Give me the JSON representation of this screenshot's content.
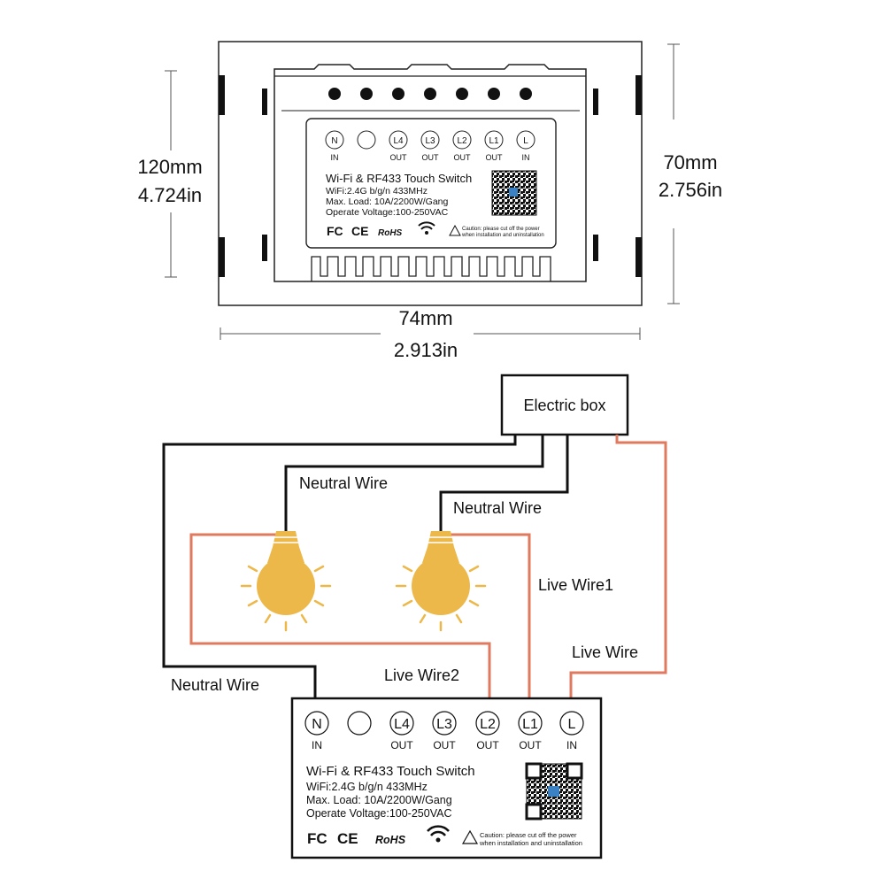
{
  "dimensions": {
    "height_mm": "120mm",
    "height_in": "4.724in",
    "depth_mm": "70mm",
    "depth_in": "2.756in",
    "width_mm": "74mm",
    "width_in": "2.913in"
  },
  "label": {
    "terminals": [
      {
        "main": "N",
        "sub": "IN"
      },
      {
        "main": "",
        "sub": ""
      },
      {
        "main": "L4",
        "sub": "OUT"
      },
      {
        "main": "L3",
        "sub": "OUT"
      },
      {
        "main": "L2",
        "sub": "OUT"
      },
      {
        "main": "L1",
        "sub": "OUT"
      },
      {
        "main": "L",
        "sub": "IN"
      }
    ],
    "title": "Wi-Fi & RF433 Touch Switch",
    "spec1": "WiFi:2.4G b/g/n 433MHz",
    "spec2": "Max. Load: 10A/2200W/Gang",
    "spec3": "Operate Voltage:100-250VAC",
    "fc": "FC",
    "ce": "CE",
    "rohs": "RoHS",
    "caution1": "Caution: please cut off the power",
    "caution2": "when installation and uninstallation"
  },
  "wiring": {
    "electric_box": "Electric box",
    "neutral_wire_left": "Neutral Wire",
    "neutral_wire_mid": "Neutral Wire",
    "neutral_wire_bottom": "Neutral Wire",
    "live_wire1": "Live Wire1",
    "live_wire2": "Live Wire2",
    "live_wire": "Live Wire"
  },
  "colors": {
    "black_wire": "#111111",
    "live_wire": "#e07a5f",
    "bulb": "#edb84a"
  }
}
